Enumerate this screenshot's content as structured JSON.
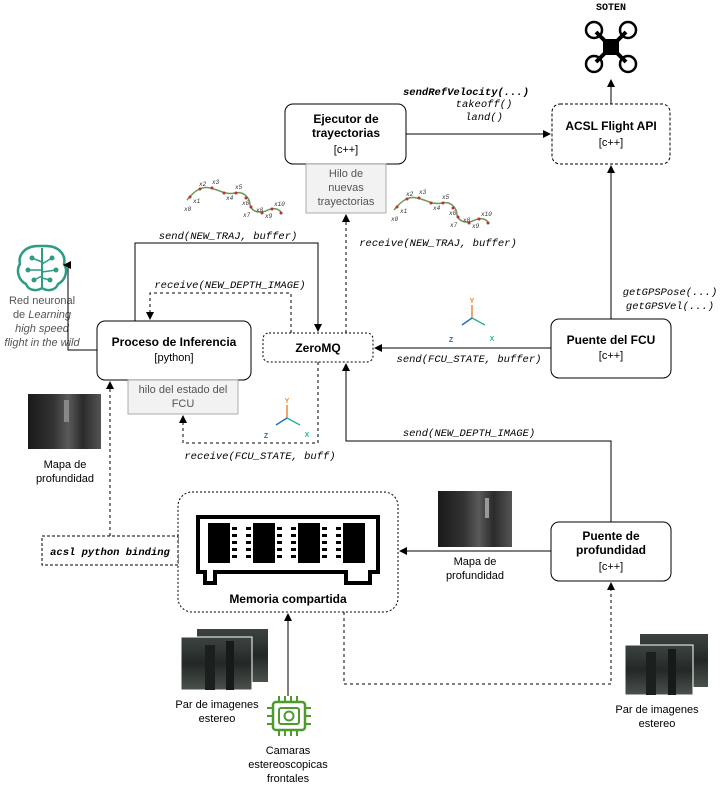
{
  "drone": {
    "label": "SOTEN"
  },
  "nodes": {
    "executor": {
      "title_line1": "Ejecutor de",
      "title_line2": "trayectorias",
      "lang": "[c++]"
    },
    "executor_thread": {
      "line1": "Hilo de",
      "line2": "nuevas",
      "line3": "trayectorias"
    },
    "flight_api": {
      "title": "ACSL Flight API",
      "lang": "[c++]"
    },
    "inference": {
      "title": "Proceso de Inferencia",
      "lang": "[python]"
    },
    "inference_thread": {
      "line1": "hilo del estado del",
      "line2": "FCU"
    },
    "zeromq": {
      "title": "ZeroMQ"
    },
    "fcu_bridge": {
      "title": "Puente del FCU",
      "lang": "[c++]"
    },
    "depth_bridge": {
      "title_line1": "Puente de",
      "title_line2": "profundidad",
      "lang": "[c++]"
    },
    "shared_memory": {
      "title": "Memoria compartida"
    },
    "binding": {
      "label": "acsl python binding"
    },
    "neural_net": {
      "line1": "Red neuronal",
      "line2_prefix": "de ",
      "line2_italic": "Learning",
      "line3": "high speed",
      "line4": "flight in the wild"
    }
  },
  "edges": {
    "send_ref_velocity": "sendRefVelocity(...)",
    "takeoff": "takeoff()",
    "land": "land()",
    "send_new_traj": "send(NEW_TRAJ, buffer)",
    "receive_new_traj": "receive(NEW_TRAJ, buffer)",
    "receive_new_depth": "receive(NEW_DEPTH_IMAGE)",
    "send_fcu_state": "send(FCU_STATE, buffer)",
    "receive_fcu_state": "receive(FCU_STATE, buff)",
    "send_new_depth": "send(NEW_DEPTH_IMAGE)",
    "get_gps_pose": "getGPSPose(...)",
    "get_gps_vel": "getGPSVel(...)"
  },
  "images": {
    "depth_map_left": {
      "line1": "Mapa de",
      "line2": "profundidad"
    },
    "depth_map_right": {
      "line1": "Mapa de",
      "line2": "profundidad"
    },
    "stereo_pair_center": {
      "line1": "Par de imagenes",
      "line2": "estereo"
    },
    "stereo_pair_right": {
      "line1": "Par de imagenes",
      "line2": "estereo"
    },
    "cameras": {
      "line1": "Camaras",
      "line2": "estereoscopicas",
      "line3": "frontales"
    }
  },
  "trajectory_labels": {
    "left": [
      "x0",
      "x1",
      "x2",
      "x3",
      "x4",
      "x5",
      "x6",
      "x7",
      "x8",
      "x9",
      "x10"
    ],
    "right": [
      "x0",
      "x1",
      "x2",
      "x3",
      "x4",
      "x5",
      "x6",
      "x7",
      "x8",
      "x9",
      "x10"
    ]
  },
  "axis_labels": {
    "y": "Y",
    "z": "Z",
    "x": "X"
  },
  "colors": {
    "icon_green": "#2e9b85",
    "camera_green": "#4f9a2d",
    "axis_y": "#e8893a",
    "axis_z": "#2a6fb5",
    "axis_x": "#2fae9a",
    "thread_fill": "#f2f2f2"
  }
}
